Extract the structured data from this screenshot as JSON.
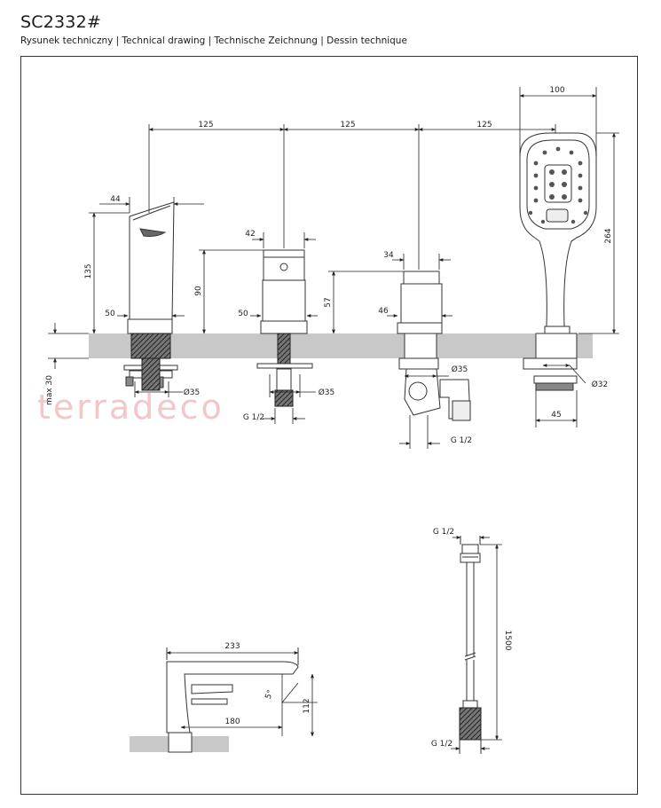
{
  "header": {
    "title": "SC2332#",
    "subtitle": "Rysunek techniczny | Technical drawing | Technische Zeichnung | Dessin technique"
  },
  "watermark": "terradeco",
  "dims": {
    "spacing1": "125",
    "spacing2": "125",
    "spacing3": "125",
    "shower_width": "100",
    "shower_height": "264",
    "spout_top": "44",
    "spout_height": "135",
    "spout_base": "50",
    "spout_hole": "Ø35",
    "mixer_top": "42",
    "mixer_height": "90",
    "mixer_base": "50",
    "mixer_hole": "Ø35",
    "mixer_thread": "G 1/2",
    "diverter_top": "34",
    "diverter_height": "57",
    "diverter_base": "46",
    "diverter_hole": "Ø35",
    "diverter_thread": "G 1/2",
    "holder_hole": "Ø32",
    "holder_base": "45",
    "deck_max": "max 30",
    "side_length": "233",
    "side_height": "112",
    "side_reach": "180",
    "side_angle": "5°",
    "hose_length": "1500",
    "hose_thread_top": "G 1/2",
    "hose_thread_bottom": "G 1/2"
  }
}
